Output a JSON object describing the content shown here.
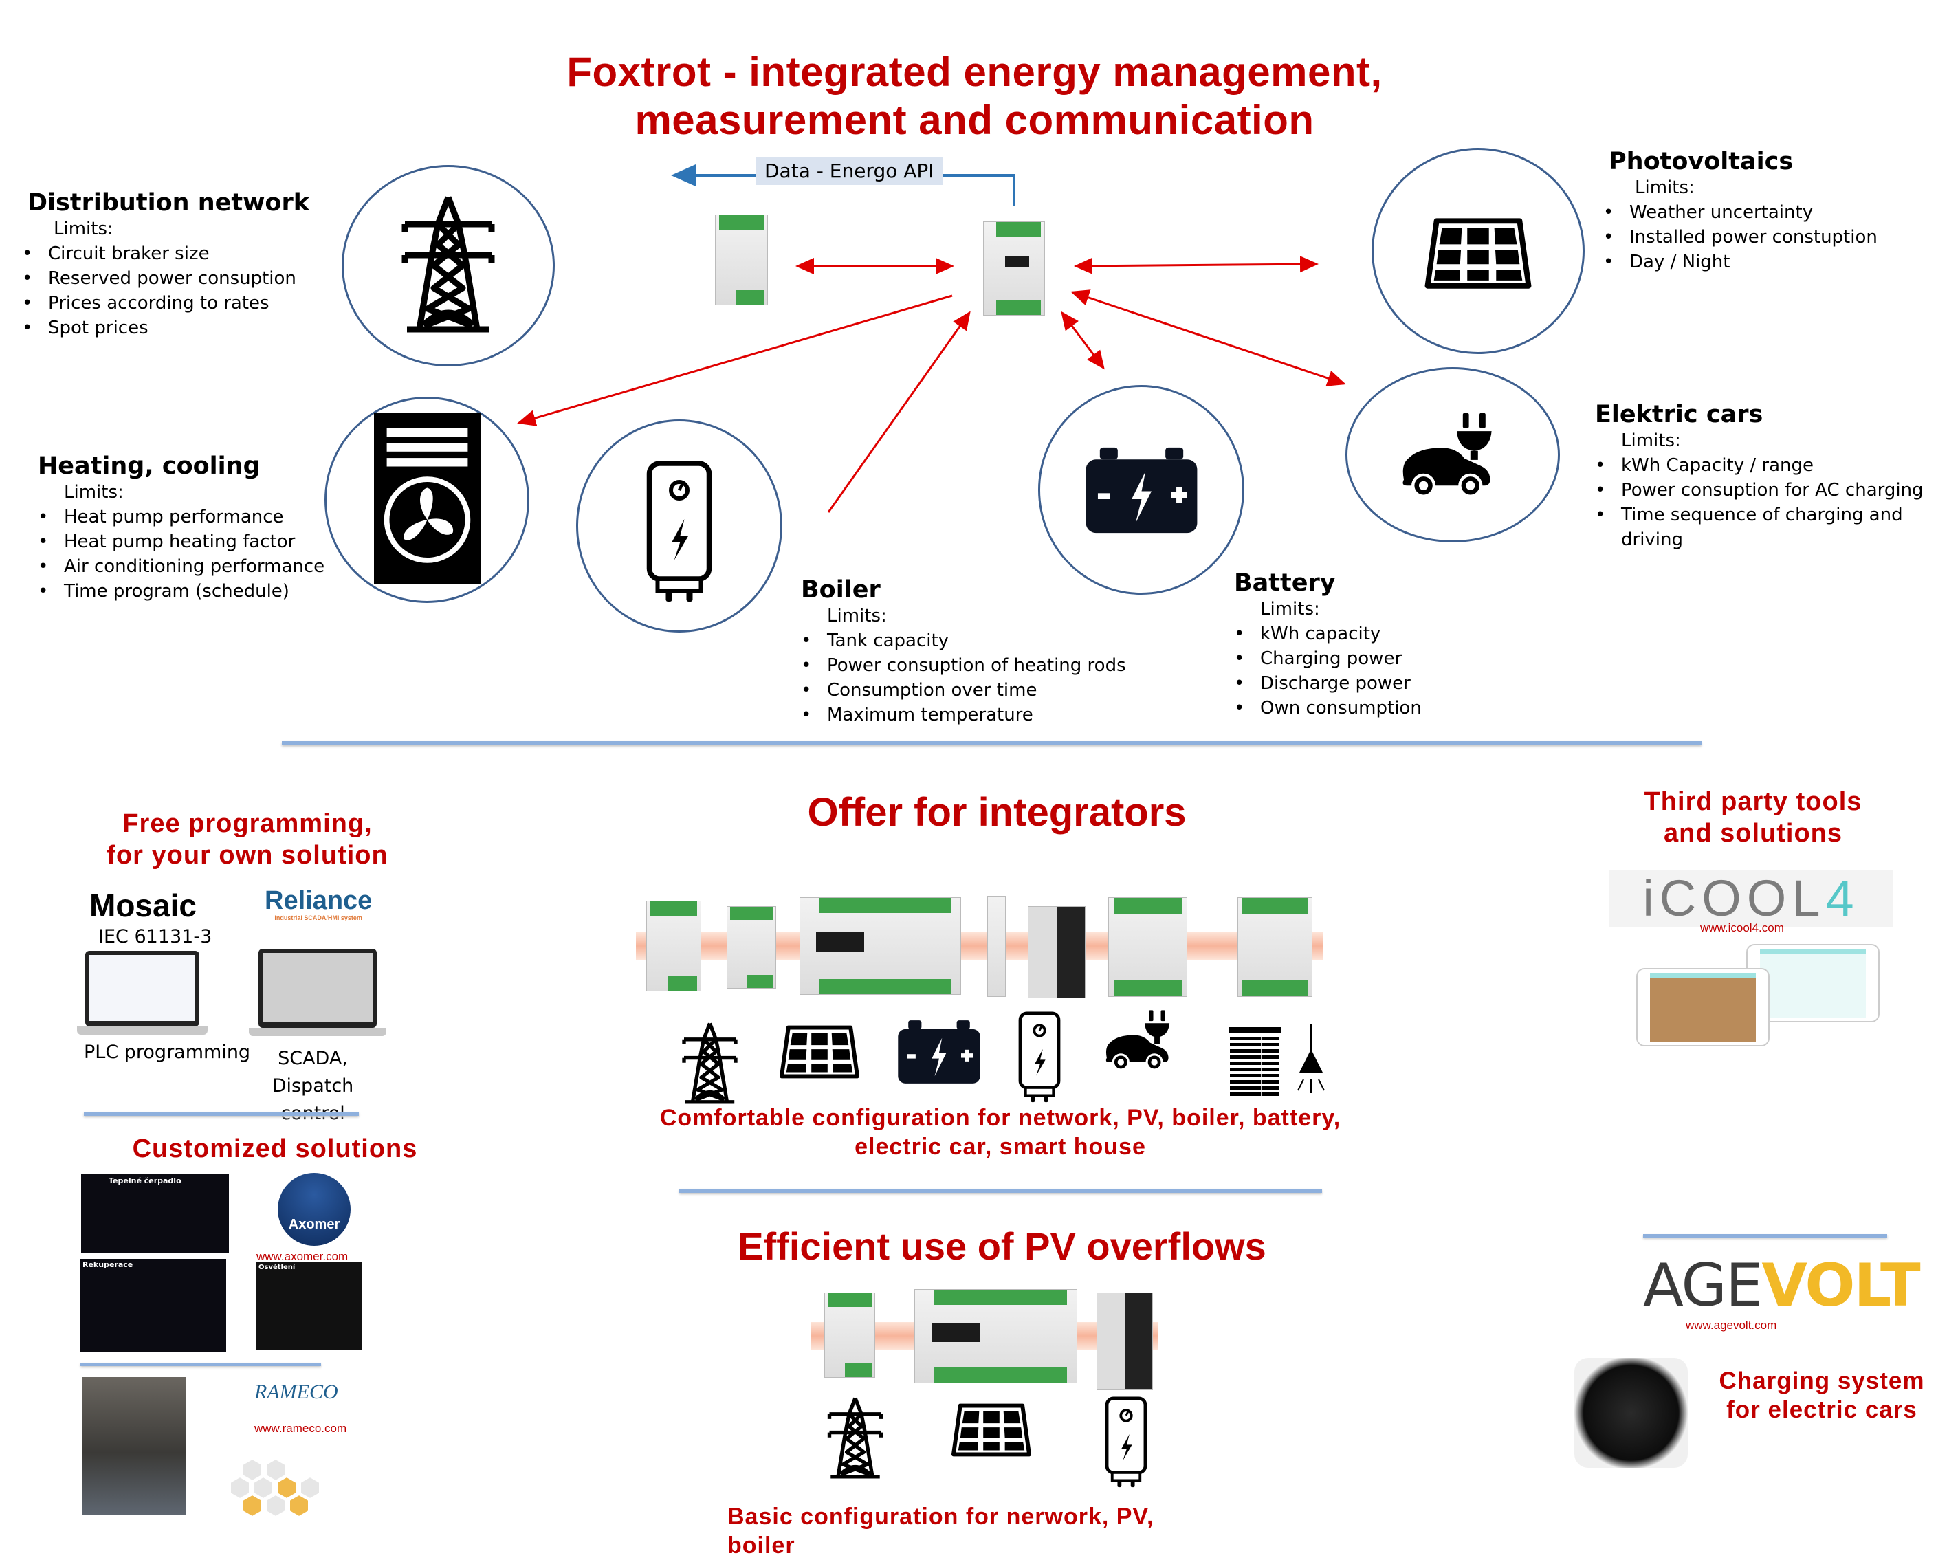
{
  "title": {
    "line1": "Foxtrot - integrated energy management,",
    "line2": "measurement and communication"
  },
  "api_label": "Data - Energo API",
  "colors": {
    "accent_red": "#c00000",
    "circle_border": "#3d5f8f",
    "divider": "#8eb0dd",
    "api_box": "#dae3f0",
    "arrow_red": "#e00000",
    "arrow_blue": "#2e75b6"
  },
  "nodes": {
    "distribution": {
      "title": "Distribution network",
      "limits_label": "Limits:",
      "items": [
        "Circuit braker size",
        "Reserved power consuption",
        "Prices according to rates",
        "Spot prices"
      ],
      "icon": "power-pylon-icon"
    },
    "photovoltaics": {
      "title": "Photovoltaics",
      "limits_label": "Limits:",
      "items": [
        "Weather uncertainty",
        "Installed power constuption",
        "Day / Night"
      ],
      "icon": "solar-panel-icon"
    },
    "heating": {
      "title": "Heating, cooling",
      "limits_label": "Limits:",
      "items": [
        "Heat pump performance",
        "Heat pump heating factor",
        "Air conditioning performance",
        "Time program (schedule)"
      ],
      "icon": "heat-pump-icon"
    },
    "boiler": {
      "title": "Boiler",
      "limits_label": "Limits:",
      "items": [
        "Tank capacity",
        "Power consuption of heating rods",
        "Consumption over time",
        "Maximum temperature"
      ],
      "icon": "water-heater-icon"
    },
    "battery": {
      "title": "Battery",
      "limits_label": "Limits:",
      "items": [
        "kWh capacity",
        "Charging power",
        "Discharge power",
        "Own consumption"
      ],
      "icon": "battery-icon"
    },
    "ecars": {
      "title": "Elektric cars",
      "limits_label": "Limits:",
      "items": [
        " kWh Capacity / range",
        "Power consuption for AC charging",
        "Time sequence of charging and driving"
      ],
      "icon": "electric-car-icon"
    }
  },
  "free_programming": {
    "title_line1": "Free programming,",
    "title_line2": "for your own solution",
    "mosaic": {
      "logo": "Mosaic",
      "standard": "IEC 61131-3",
      "caption": "PLC programming"
    },
    "reliance": {
      "logo": "Reliance",
      "tagline": "Industrial SCADA/HMI system",
      "caption_line1": "SCADA,",
      "caption_line2": "Dispatch control"
    }
  },
  "customized": {
    "title": "Customized solutions",
    "screens": [
      "Tepelné čerpadlo",
      "Rekuperace",
      "Osvětlení"
    ],
    "axomer": {
      "logo": "Axomer",
      "url": "www.axomer.com"
    },
    "rameco": {
      "logo": "RAMECO",
      "url": "www.rameco.com"
    }
  },
  "integrators": {
    "title": "Offer for integrators",
    "caption_line1": "Comfortable configuration for network, PV, boiler, battery,",
    "caption_line2": "electric car, smart house",
    "icons": [
      "power-pylon-icon",
      "solar-panel-icon",
      "battery-icon",
      "water-heater-icon",
      "electric-car-icon",
      "blinds-icon",
      "lamp-icon"
    ]
  },
  "pv_overflows": {
    "title": "Efficient use of PV overflows",
    "caption_line1": "Basic configuration for nerwork, PV,",
    "caption_line2": "boiler",
    "icons": [
      "power-pylon-icon",
      "solar-panel-icon",
      "water-heater-icon"
    ]
  },
  "third_party": {
    "title_line1": "Third party tools",
    "title_line2": "and solutions",
    "icool": {
      "logo_main": "iCOOL",
      "logo_num": "4",
      "url": "www.icool4.com"
    }
  },
  "agevolt": {
    "logo_left": "AGE",
    "logo_right": "VOLT",
    "url": "www.agevolt.com",
    "caption_line1": "Charging system",
    "caption_line2": "for electric cars"
  }
}
